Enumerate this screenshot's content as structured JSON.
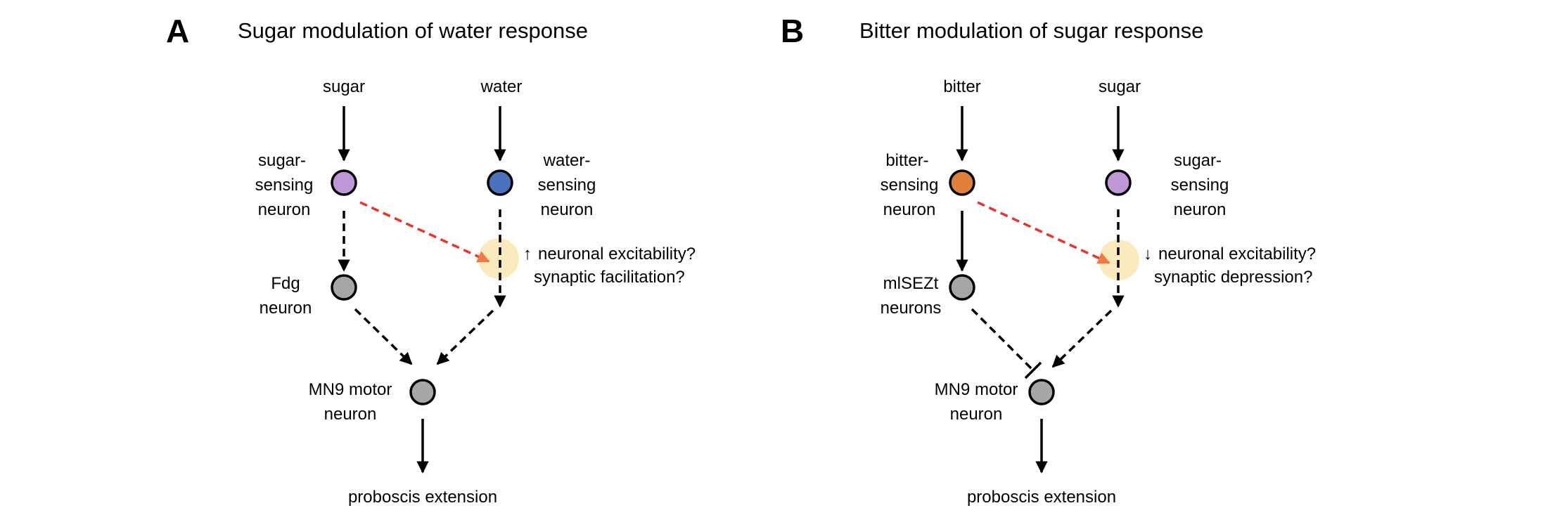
{
  "panels": [
    {
      "letter": "A",
      "title": "Sugar modulation of water response",
      "inputs": [
        "sugar",
        "water"
      ],
      "left_sensor": {
        "label": [
          "sugar-",
          "sensing",
          "neuron"
        ],
        "color": "#bf97d6"
      },
      "right_sensor": {
        "label": [
          "water-",
          "sensing",
          "neuron"
        ],
        "color": "#4a72bd"
      },
      "interneuron": {
        "label": [
          "Fdg",
          "neuron"
        ],
        "color": "#a6a6a6",
        "connection": "excitatory-dashed"
      },
      "modulation": {
        "symbol": "↑",
        "lines": [
          "neuronal excitability?",
          "synaptic facilitation?"
        ],
        "glow_color": "#fce8b8",
        "arrow_color": "#e8352a"
      },
      "motor": {
        "label": [
          "MN9 motor",
          "neuron"
        ],
        "color": "#a6a6a6"
      },
      "output": "proboscis extension"
    },
    {
      "letter": "B",
      "title": "Bitter modulation of sugar response",
      "inputs": [
        "bitter",
        "sugar"
      ],
      "left_sensor": {
        "label": [
          "bitter-",
          "sensing",
          "neuron"
        ],
        "color": "#e07f3e"
      },
      "right_sensor": {
        "label": [
          "sugar-",
          "sensing",
          "neuron"
        ],
        "color": "#bf97d6"
      },
      "interneuron": {
        "label": [
          "mlSEZt",
          "neurons"
        ],
        "color": "#a6a6a6",
        "connection": "inhibitory-dashed"
      },
      "modulation": {
        "symbol": "↓",
        "lines": [
          "neuronal excitability?",
          "synaptic depression?"
        ],
        "glow_color": "#fce8b8",
        "arrow_color": "#e8352a"
      },
      "motor": {
        "label": [
          "MN9 motor",
          "neuron"
        ],
        "color": "#a6a6a6"
      },
      "output": "proboscis extension"
    }
  ]
}
